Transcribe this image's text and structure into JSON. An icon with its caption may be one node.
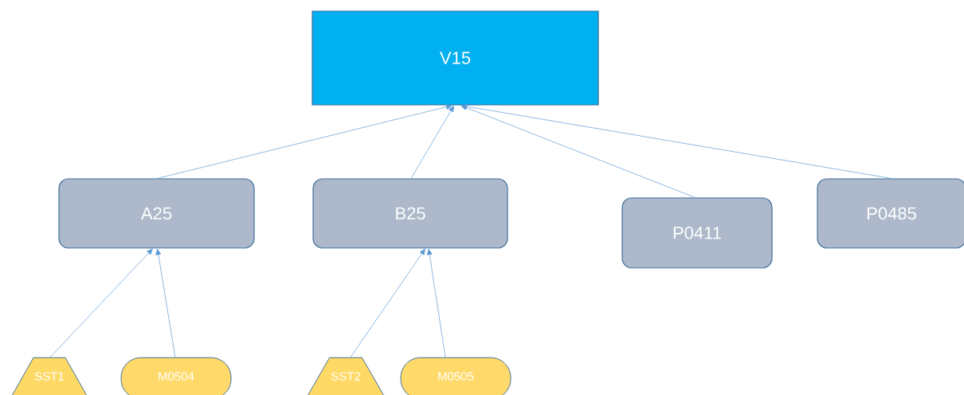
{
  "diagram": {
    "nodes": [
      {
        "text": [
          "V15"
        ]
      },
      {
        "text": [
          "A25"
        ]
      },
      {
        "text": [
          "B25"
        ]
      },
      {
        "text": [
          "P0411"
        ]
      },
      {
        "text": [
          "P0485"
        ]
      },
      {
        "text": [
          "SST1"
        ]
      },
      {
        "text": [
          "M0504"
        ]
      },
      {
        "text": [
          "SST2"
        ]
      },
      {
        "text": [
          "M0505"
        ]
      }
    ],
    "edges": [
      {
        "from": 1,
        "to": 0,
        "arrow": "to"
      },
      {
        "from": 2,
        "to": 0,
        "arrow": "to"
      },
      {
        "from": 3,
        "to": 0,
        "arrow": "to"
      },
      {
        "from": 4,
        "to": 0,
        "arrow": "to"
      },
      {
        "from": 5,
        "to": 1,
        "arrow": "to"
      },
      {
        "from": 6,
        "to": 1,
        "arrow": "to"
      },
      {
        "from": 7,
        "to": 2,
        "arrow": "to"
      },
      {
        "from": 8,
        "to": 2,
        "arrow": "to"
      }
    ]
  }
}
